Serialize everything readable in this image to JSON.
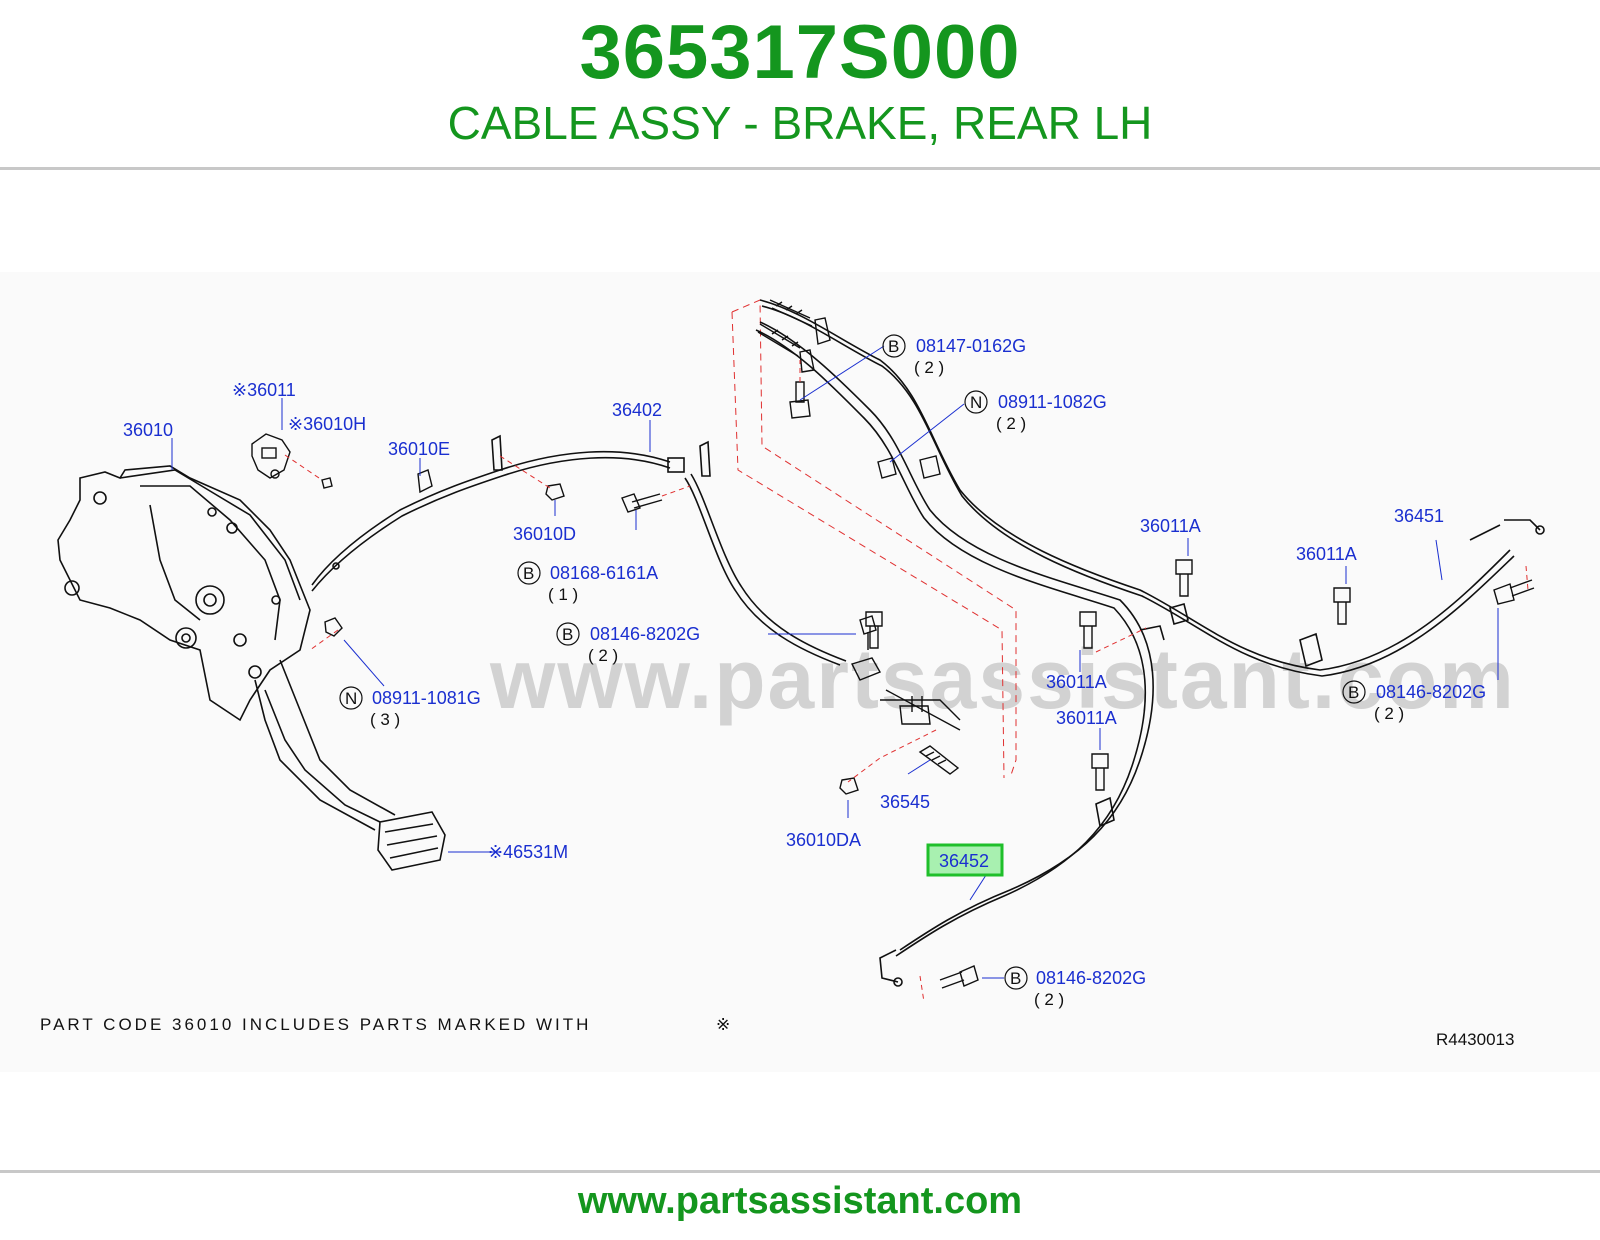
{
  "header": {
    "part_number": "365317S000",
    "description": "CABLE ASSY - BRAKE, REAR LH"
  },
  "watermark": "www.partsassistant.com",
  "callouts": [
    {
      "id": "36010",
      "text": "36010"
    },
    {
      "id": "36011",
      "text": "※36011"
    },
    {
      "id": "36010H",
      "text": "※36010H"
    },
    {
      "id": "36010E",
      "text": "36010E"
    },
    {
      "id": "36402",
      "text": "36402"
    },
    {
      "id": "36010D",
      "text": "36010D"
    },
    {
      "id": "08168-6161A",
      "text": "08168-6161A"
    },
    {
      "id": "08146-8202G-a",
      "text": "08146-8202G"
    },
    {
      "id": "08911-1081G",
      "text": "08911-1081G"
    },
    {
      "id": "08147-0162G",
      "text": "08147-0162G"
    },
    {
      "id": "08911-1082G",
      "text": "08911-1082G"
    },
    {
      "id": "36011A-a",
      "text": "36011A"
    },
    {
      "id": "36451",
      "text": "36451"
    },
    {
      "id": "36011A-b",
      "text": "36011A"
    },
    {
      "id": "36011A-c",
      "text": "36011A"
    },
    {
      "id": "36011A-d",
      "text": "36011A"
    },
    {
      "id": "08146-8202G-b",
      "text": "08146-8202G"
    },
    {
      "id": "36545",
      "text": "36545"
    },
    {
      "id": "36010DA",
      "text": "36010DA"
    },
    {
      "id": "36452",
      "text": "36452"
    },
    {
      "id": "46531M",
      "text": "※46531M"
    },
    {
      "id": "08146-8202G-c",
      "text": "08146-8202G"
    }
  ],
  "qualifiers": {
    "B": "B",
    "N": "N",
    "qty_1": "(  1  )",
    "qty_2": "(  2  )",
    "qty_3": "(  3  )"
  },
  "highlighted_part": "36452",
  "highlight_color": "#1fbf2a",
  "brand_color": "#14961e",
  "callout_color": "#1a2fd0",
  "note": "PART  CODE  36010  INCLUDES  PARTS  MARKED  WITH",
  "note_symbol": "※",
  "drawing_number": "R4430013",
  "footer": {
    "url": "www.partsassistant.com"
  }
}
